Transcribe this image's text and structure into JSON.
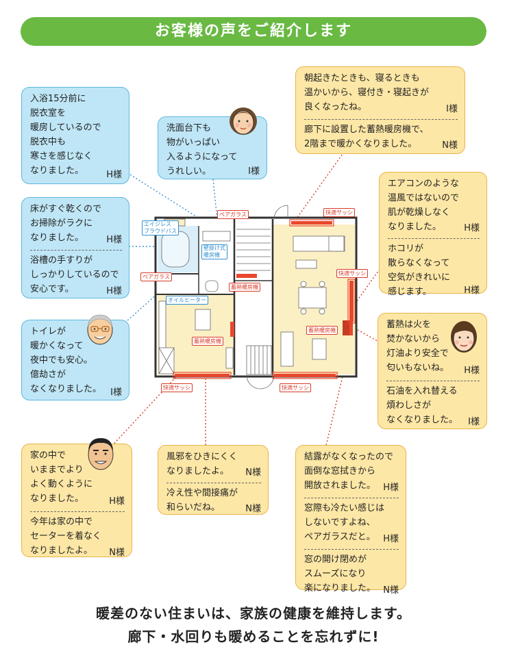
{
  "header": {
    "title": "お客様の声をご紹介します"
  },
  "bubbles": {
    "b1": {
      "lines": [
        "入浴15分前に",
        "脱衣室を",
        "暖房しているので",
        "脱衣中も",
        "寒さを感じなく",
        "なりました。"
      ],
      "who": "H様"
    },
    "b2": {
      "lines": [
        "洗面台下も",
        "物がいっぱい",
        "入るようになって",
        "うれしい。"
      ],
      "who": "I様"
    },
    "b3": {
      "s1": {
        "lines": [
          "朝起きたときも、寝るときも",
          "温かいから、寝付き・寝起きが",
          "良くなったね。"
        ],
        "who": "I様"
      },
      "s2": {
        "lines": [
          "廊下に設置した蓄熱暖房機で、",
          "2階まで暖かくなりました。"
        ],
        "who": "N様"
      }
    },
    "b4": {
      "s1": {
        "lines": [
          "床がすぐ乾くので",
          "お掃除がラクに",
          "なりました。"
        ],
        "who": "H様"
      },
      "s2": {
        "lines": [
          "浴槽の手すりが",
          "しっかりしているので",
          "安心です。"
        ],
        "who": "H様"
      }
    },
    "b5": {
      "s1": {
        "lines": [
          "エアコンのような",
          "温風ではないので",
          "肌が乾燥しなく",
          "なりました。"
        ],
        "who": "H様"
      },
      "s2": {
        "lines": [
          "ホコリが",
          "散らなくなって",
          "空気がきれいに",
          "感じます。"
        ],
        "who": "H様"
      }
    },
    "b6": {
      "lines": [
        "トイレが",
        "暖かくなって",
        "夜中でも安心。",
        "億劫さが",
        "なくなりました。"
      ],
      "who": "I様"
    },
    "b7": {
      "s1": {
        "lines": [
          "蓄熱は火を",
          "焚かないから",
          "灯油より安全で",
          "匂いもないね。"
        ],
        "who": "H様"
      },
      "s2": {
        "lines": [
          "石油を入れ替える",
          "煩わしさが",
          "なくなりました。"
        ],
        "who": "I様"
      }
    },
    "b8": {
      "s1": {
        "lines": [
          "家の中で",
          "いままでより",
          "よく動くように",
          "なりました。"
        ],
        "who": "H様"
      },
      "s2": {
        "lines": [
          "今年は家の中で",
          "セーターを着なく",
          "なりましたよ。"
        ],
        "who": "N様"
      }
    },
    "b9": {
      "s1": {
        "lines": [
          "風邪をひきにくく",
          "なりましたよ。"
        ],
        "who": "N様"
      },
      "s2": {
        "lines": [
          "冷え性や間接痛が",
          "和らいだね。"
        ],
        "who": "N様"
      }
    },
    "b10": {
      "s1": {
        "lines": [
          "結露がなくなったので",
          "面倒な窓拭きから",
          "開放されました。"
        ],
        "who": "H様"
      },
      "s2": {
        "lines": [
          "窓際も冷たい感じは",
          "しないですよね、",
          "ペアガラスだと。"
        ],
        "who": "H様"
      },
      "s3": {
        "lines": [
          "窓の開け閉めが",
          "スムーズになり",
          "楽になりました。"
        ],
        "who": "N様"
      }
    }
  },
  "floorplan": {
    "labels": {
      "pair_glass_top": "ペアガラス",
      "pair_glass_left": "ペアガラス",
      "sash_top": "快適サッシ",
      "sash_right": "快適サッシ",
      "sash_bottom_left": "快適サッシ",
      "sash_bottom_mid": "快適サッシ",
      "ageless_bath": "エイジレス\nブラウドバス",
      "wall_heater": "壁掛け式\n暖房機",
      "storage_heater_hall": "蓄熱暖房機",
      "storage_heater_left": "蓄熱暖房機",
      "storage_heater_right": "蓄熱暖房機",
      "oil_heater": "オイルヒーター"
    }
  },
  "footer": {
    "line1": "暖差のない住まいは、家族の健康を維持します。",
    "line2": "廊下・水回りも暖めることを忘れずに!"
  }
}
